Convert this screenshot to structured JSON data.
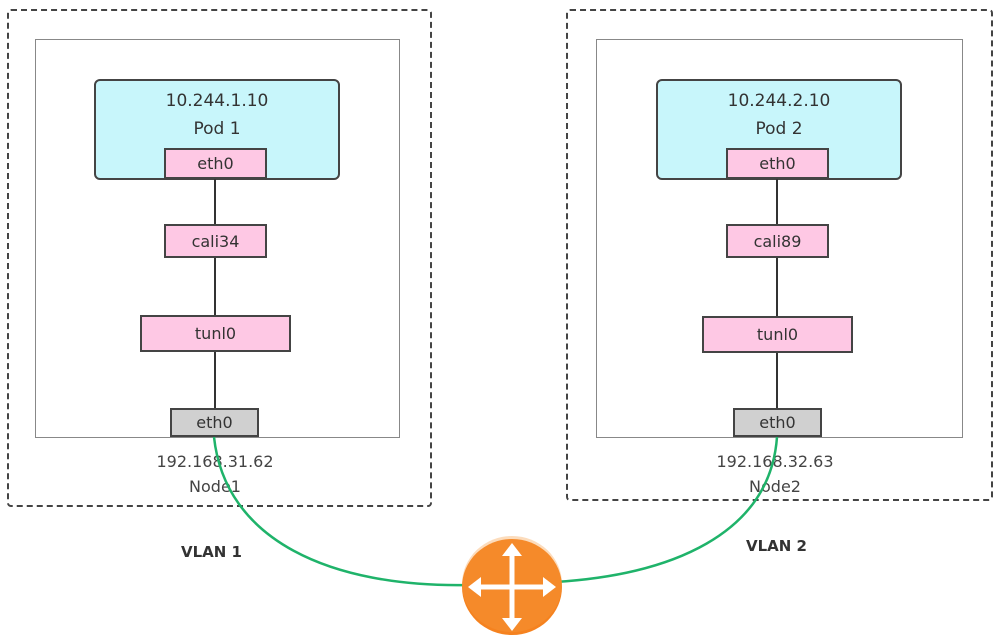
{
  "vlans": {
    "left": {
      "label": "VLAN 1",
      "node": {
        "ip": "192.168.31.62",
        "name": "Node1",
        "pod": {
          "ip": "10.244.1.10",
          "name": "Pod 1",
          "iface": "eth0"
        },
        "veth": "cali34",
        "tunnel": "tunl0",
        "phys_iface": "eth0"
      }
    },
    "right": {
      "label": "VLAN 2",
      "node": {
        "ip": "192.168.32.63",
        "name": "Node2",
        "pod": {
          "ip": "10.244.2.10",
          "name": "Pod 2",
          "iface": "eth0"
        },
        "veth": "cali89",
        "tunnel": "tunl0",
        "phys_iface": "eth0"
      }
    }
  },
  "colors": {
    "pod_fill": "#c8f6fb",
    "iface_fill": "#fec8e4",
    "phys_fill": "#d0d0d0",
    "link": "#1fb36a",
    "router": "#f5821f"
  },
  "icons": {
    "router": "router-icon"
  }
}
